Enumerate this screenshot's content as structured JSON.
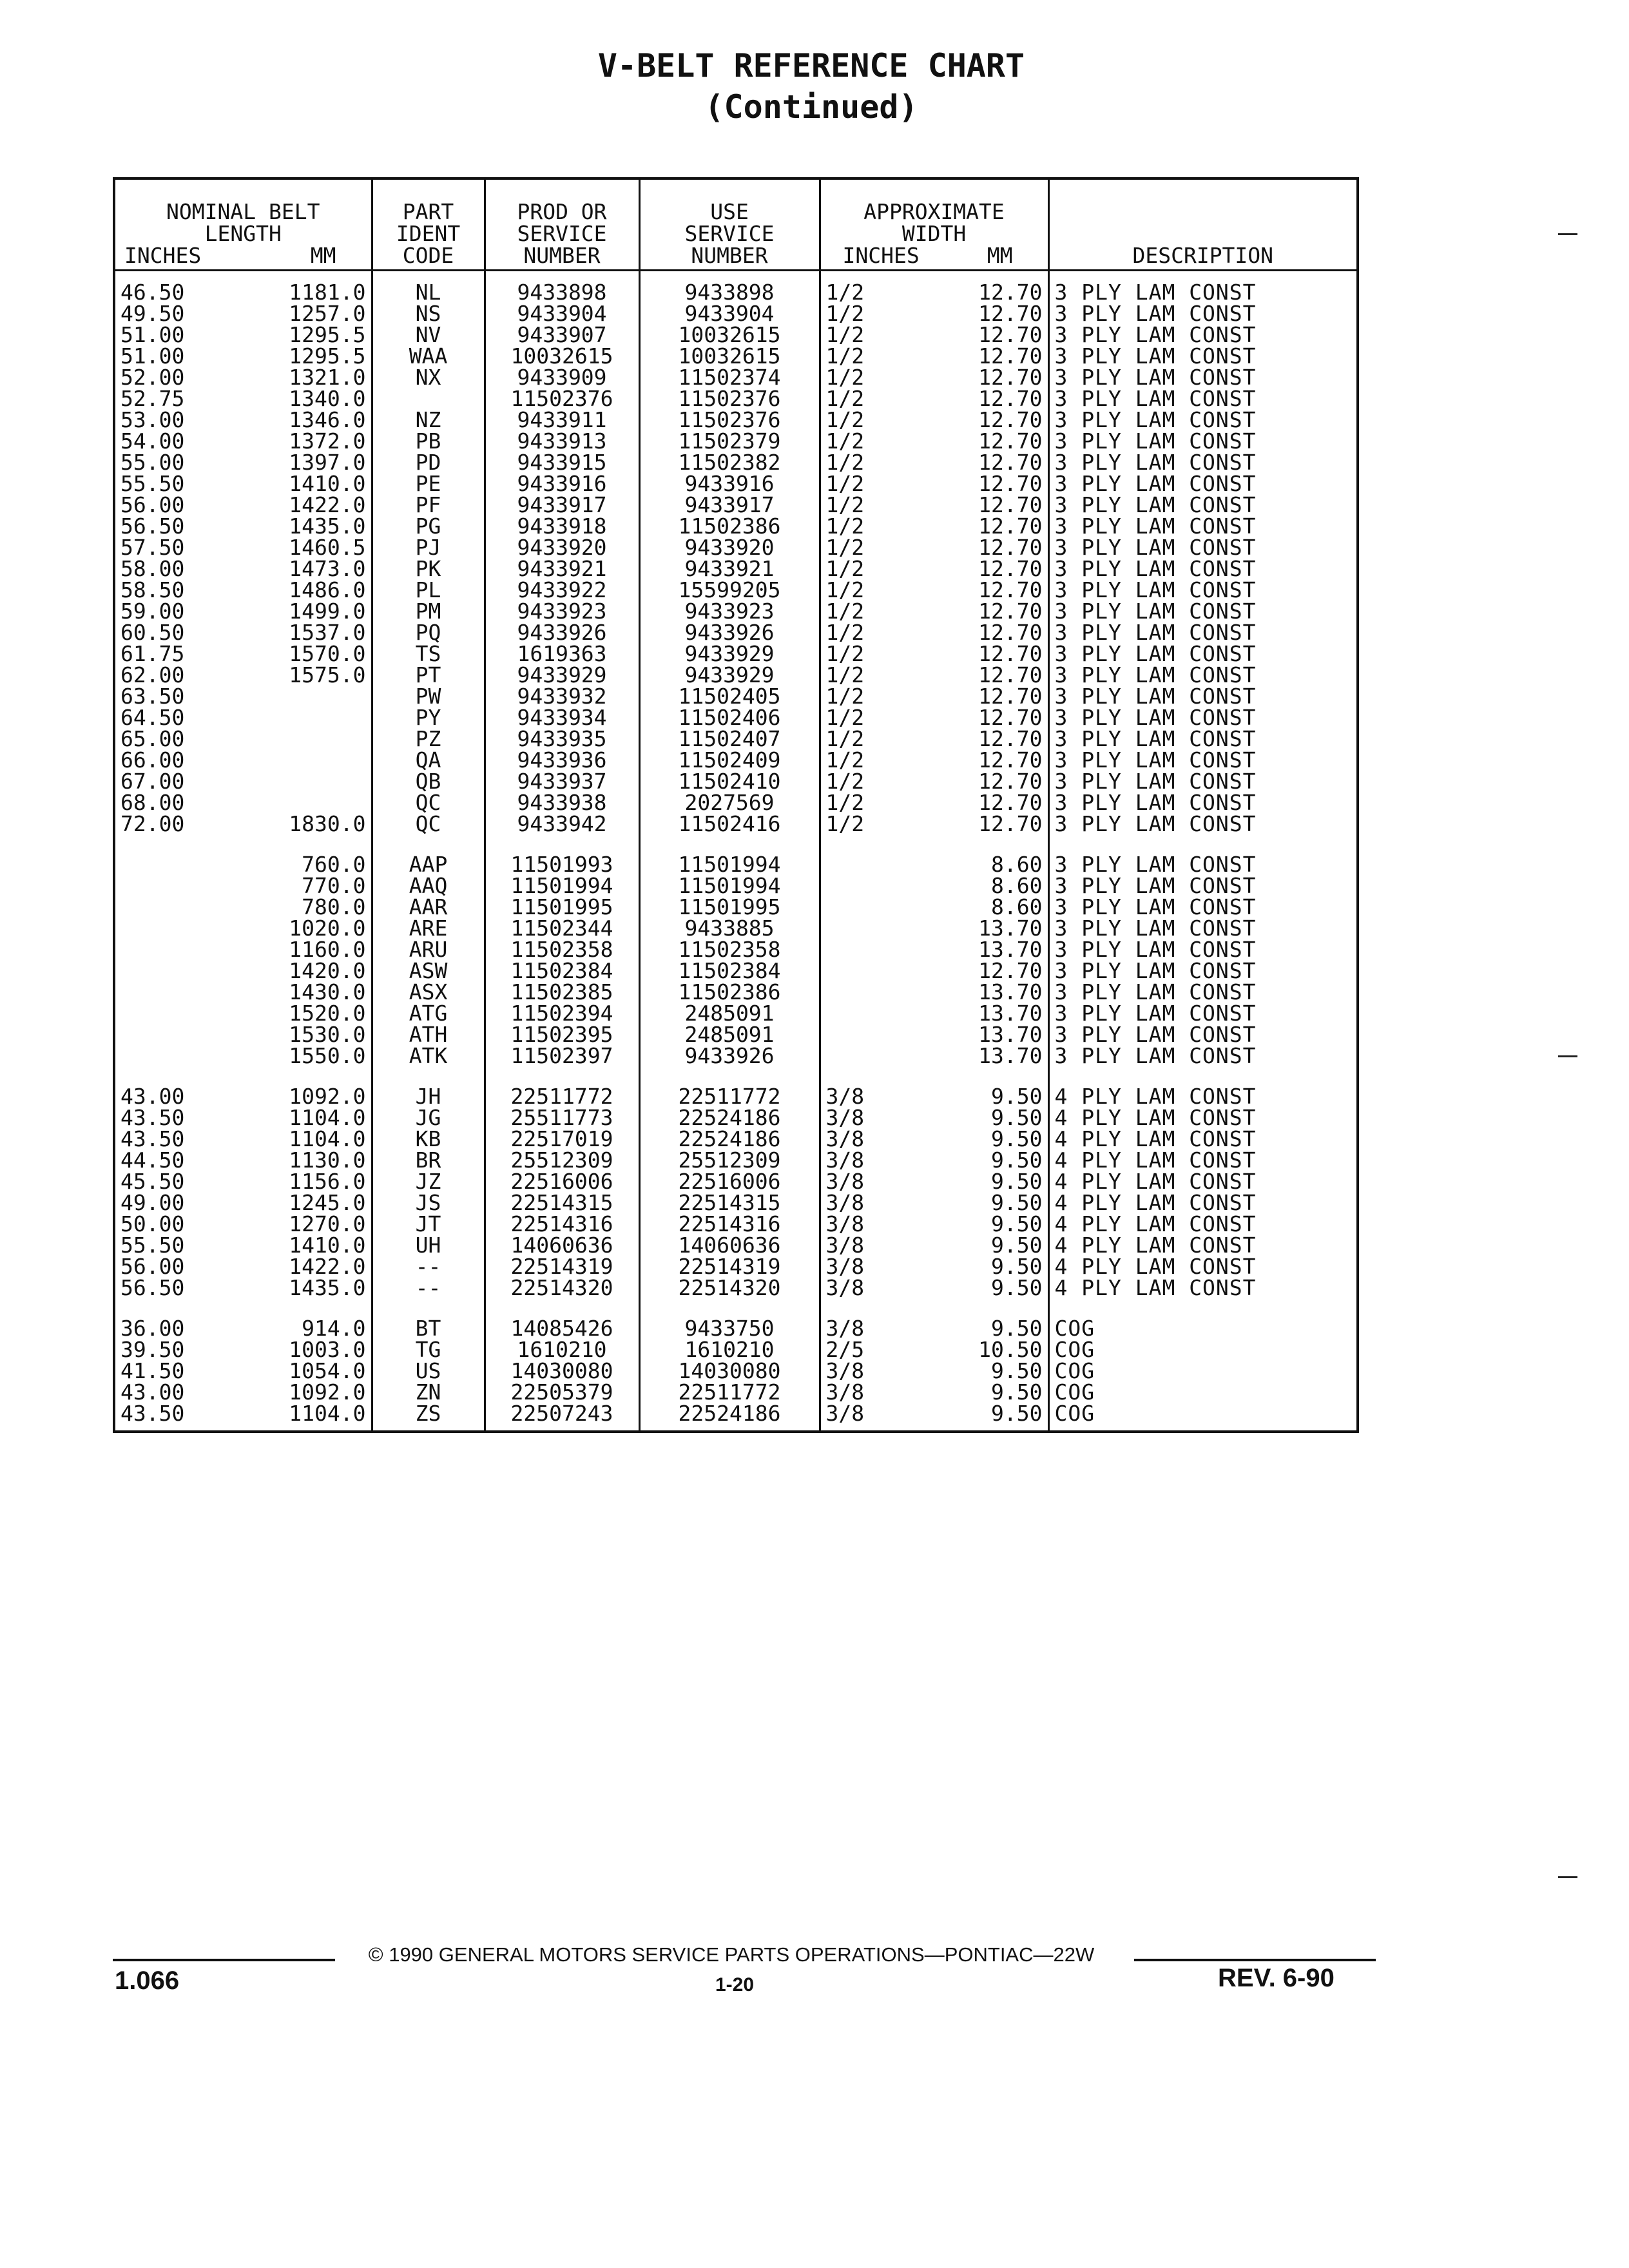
{
  "title": {
    "line1": "V-BELT REFERENCE CHART",
    "line2": "(Continued)"
  },
  "headers": {
    "nominal": "NOMINAL BELT\nLENGTH",
    "nominal_in": "INCHES",
    "nominal_mm": "MM",
    "part": "PART\nIDENT\nCODE",
    "prod": "PROD OR\nSERVICE\nNUMBER",
    "use": "USE\nSERVICE\nNUMBER",
    "width": "APPROXIMATE\nWIDTH",
    "width_in": "INCHES",
    "width_mm": "MM",
    "desc": "DESCRIPTION"
  },
  "groups": [
    {
      "rows": [
        [
          "46.50",
          "1181.0",
          "NL",
          "9433898",
          "9433898",
          "1/2",
          "12.70",
          "3 PLY LAM CONST"
        ],
        [
          "49.50",
          "1257.0",
          "NS",
          "9433904",
          "9433904",
          "1/2",
          "12.70",
          "3 PLY LAM CONST"
        ],
        [
          "51.00",
          "1295.5",
          "NV",
          "9433907",
          "10032615",
          "1/2",
          "12.70",
          "3 PLY LAM CONST"
        ],
        [
          "51.00",
          "1295.5",
          "WAA",
          "10032615",
          "10032615",
          "1/2",
          "12.70",
          "3 PLY LAM CONST"
        ],
        [
          "52.00",
          "1321.0",
          "NX",
          "9433909",
          "11502374",
          "1/2",
          "12.70",
          "3 PLY LAM CONST"
        ],
        [
          "52.75",
          "1340.0",
          "",
          "11502376",
          "11502376",
          "1/2",
          "12.70",
          "3 PLY LAM CONST"
        ],
        [
          "53.00",
          "1346.0",
          "NZ",
          "9433911",
          "11502376",
          "1/2",
          "12.70",
          "3 PLY LAM CONST"
        ],
        [
          "54.00",
          "1372.0",
          "PB",
          "9433913",
          "11502379",
          "1/2",
          "12.70",
          "3 PLY LAM CONST"
        ],
        [
          "55.00",
          "1397.0",
          "PD",
          "9433915",
          "11502382",
          "1/2",
          "12.70",
          "3 PLY LAM CONST"
        ],
        [
          "55.50",
          "1410.0",
          "PE",
          "9433916",
          "9433916",
          "1/2",
          "12.70",
          "3 PLY LAM CONST"
        ],
        [
          "56.00",
          "1422.0",
          "PF",
          "9433917",
          "9433917",
          "1/2",
          "12.70",
          "3 PLY LAM CONST"
        ],
        [
          "56.50",
          "1435.0",
          "PG",
          "9433918",
          "11502386",
          "1/2",
          "12.70",
          "3 PLY LAM CONST"
        ],
        [
          "57.50",
          "1460.5",
          "PJ",
          "9433920",
          "9433920",
          "1/2",
          "12.70",
          "3 PLY LAM CONST"
        ],
        [
          "58.00",
          "1473.0",
          "PK",
          "9433921",
          "9433921",
          "1/2",
          "12.70",
          "3 PLY LAM CONST"
        ],
        [
          "58.50",
          "1486.0",
          "PL",
          "9433922",
          "15599205",
          "1/2",
          "12.70",
          "3 PLY LAM CONST"
        ],
        [
          "59.00",
          "1499.0",
          "PM",
          "9433923",
          "9433923",
          "1/2",
          "12.70",
          "3 PLY LAM CONST"
        ],
        [
          "60.50",
          "1537.0",
          "PQ",
          "9433926",
          "9433926",
          "1/2",
          "12.70",
          "3 PLY LAM CONST"
        ],
        [
          "61.75",
          "1570.0",
          "TS",
          "1619363",
          "9433929",
          "1/2",
          "12.70",
          "3 PLY LAM CONST"
        ],
        [
          "62.00",
          "1575.0",
          "PT",
          "9433929",
          "9433929",
          "1/2",
          "12.70",
          "3 PLY LAM CONST"
        ],
        [
          "63.50",
          "",
          "PW",
          "9433932",
          "11502405",
          "1/2",
          "12.70",
          "3 PLY LAM CONST"
        ],
        [
          "64.50",
          "",
          "PY",
          "9433934",
          "11502406",
          "1/2",
          "12.70",
          "3 PLY LAM CONST"
        ],
        [
          "65.00",
          "",
          "PZ",
          "9433935",
          "11502407",
          "1/2",
          "12.70",
          "3 PLY LAM CONST"
        ],
        [
          "66.00",
          "",
          "QA",
          "9433936",
          "11502409",
          "1/2",
          "12.70",
          "3 PLY LAM CONST"
        ],
        [
          "67.00",
          "",
          "QB",
          "9433937",
          "11502410",
          "1/2",
          "12.70",
          "3 PLY LAM CONST"
        ],
        [
          "68.00",
          "",
          "QC",
          "9433938",
          "2027569",
          "1/2",
          "12.70",
          "3 PLY LAM CONST"
        ],
        [
          "72.00",
          "1830.0",
          "QC",
          "9433942",
          "11502416",
          "1/2",
          "12.70",
          "3 PLY LAM CONST"
        ]
      ]
    },
    {
      "rows": [
        [
          "",
          "760.0",
          "AAP",
          "11501993",
          "11501994",
          "",
          "8.60",
          "3 PLY LAM CONST"
        ],
        [
          "",
          "770.0",
          "AAQ",
          "11501994",
          "11501994",
          "",
          "8.60",
          "3 PLY LAM CONST"
        ],
        [
          "",
          "780.0",
          "AAR",
          "11501995",
          "11501995",
          "",
          "8.60",
          "3 PLY LAM CONST"
        ],
        [
          "",
          "1020.0",
          "ARE",
          "11502344",
          "9433885",
          "",
          "13.70",
          "3 PLY LAM CONST"
        ],
        [
          "",
          "1160.0",
          "ARU",
          "11502358",
          "11502358",
          "",
          "13.70",
          "3 PLY LAM CONST"
        ],
        [
          "",
          "1420.0",
          "ASW",
          "11502384",
          "11502384",
          "",
          "12.70",
          "3 PLY LAM CONST"
        ],
        [
          "",
          "1430.0",
          "ASX",
          "11502385",
          "11502386",
          "",
          "13.70",
          "3 PLY LAM CONST"
        ],
        [
          "",
          "1520.0",
          "ATG",
          "11502394",
          "2485091",
          "",
          "13.70",
          "3 PLY LAM CONST"
        ],
        [
          "",
          "1530.0",
          "ATH",
          "11502395",
          "2485091",
          "",
          "13.70",
          "3 PLY LAM CONST"
        ],
        [
          "",
          "1550.0",
          "ATK",
          "11502397",
          "9433926",
          "",
          "13.70",
          "3 PLY LAM CONST"
        ]
      ]
    },
    {
      "rows": [
        [
          "43.00",
          "1092.0",
          "JH",
          "22511772",
          "22511772",
          "3/8",
          "9.50",
          "4 PLY LAM CONST"
        ],
        [
          "43.50",
          "1104.0",
          "JG",
          "25511773",
          "22524186",
          "3/8",
          "9.50",
          "4 PLY LAM CONST"
        ],
        [
          "43.50",
          "1104.0",
          "KB",
          "22517019",
          "22524186",
          "3/8",
          "9.50",
          "4 PLY LAM CONST"
        ],
        [
          "44.50",
          "1130.0",
          "BR",
          "25512309",
          "25512309",
          "3/8",
          "9.50",
          "4 PLY LAM CONST"
        ],
        [
          "45.50",
          "1156.0",
          "JZ",
          "22516006",
          "22516006",
          "3/8",
          "9.50",
          "4 PLY LAM CONST"
        ],
        [
          "49.00",
          "1245.0",
          "JS",
          "22514315",
          "22514315",
          "3/8",
          "9.50",
          "4 PLY LAM CONST"
        ],
        [
          "50.00",
          "1270.0",
          "JT",
          "22514316",
          "22514316",
          "3/8",
          "9.50",
          "4 PLY LAM CONST"
        ],
        [
          "55.50",
          "1410.0",
          "UH",
          "14060636",
          "14060636",
          "3/8",
          "9.50",
          "4 PLY LAM CONST"
        ],
        [
          "56.00",
          "1422.0",
          "--",
          "22514319",
          "22514319",
          "3/8",
          "9.50",
          "4 PLY LAM CONST"
        ],
        [
          "56.50",
          "1435.0",
          "--",
          "22514320",
          "22514320",
          "3/8",
          "9.50",
          "4 PLY LAM CONST"
        ]
      ]
    },
    {
      "rows": [
        [
          "36.00",
          "914.0",
          "BT",
          "14085426",
          "9433750",
          "3/8",
          "9.50",
          "COG"
        ],
        [
          "39.50",
          "1003.0",
          "TG",
          "1610210",
          "1610210",
          "2/5",
          "10.50",
          "COG"
        ],
        [
          "41.50",
          "1054.0",
          "US",
          "14030080",
          "14030080",
          "3/8",
          "9.50",
          "COG"
        ],
        [
          "43.00",
          "1092.0",
          "ZN",
          "22505379",
          "22511772",
          "3/8",
          "9.50",
          "COG"
        ],
        [
          "43.50",
          "1104.0",
          "ZS",
          "22507243",
          "22524186",
          "3/8",
          "9.50",
          "COG"
        ]
      ]
    }
  ],
  "footer": {
    "copyright": "© 1990 GENERAL MOTORS SERVICE PARTS OPERATIONS—PONTIAC—22W",
    "page": "1-20",
    "doc_id": "1.066",
    "rev": "REV. 6-90"
  }
}
